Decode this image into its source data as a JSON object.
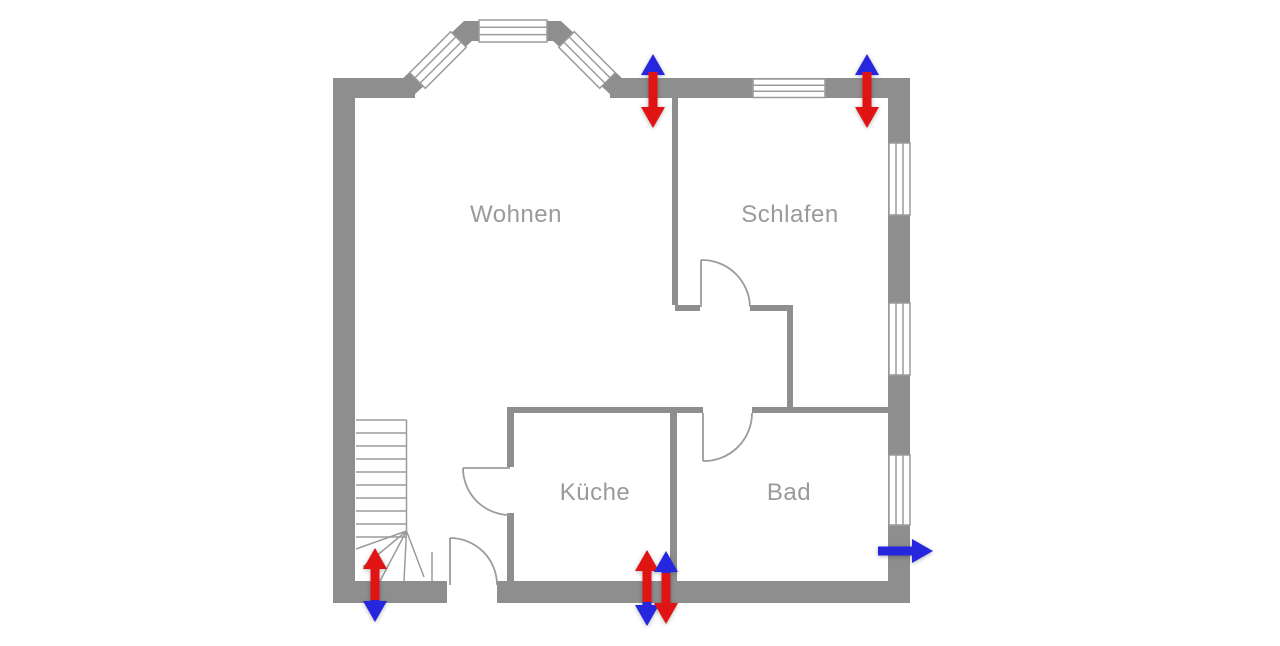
{
  "rooms": {
    "wohnen": "Wohnen",
    "schlafen": "Schlafen",
    "kueche": "Küche",
    "bad": "Bad"
  },
  "colors": {
    "wall": "#8e8e8e",
    "line": "#9b9b9b",
    "label": "#9a9a9a",
    "arrow_red": "#e11414",
    "arrow_blue": "#2726df",
    "window_fill": "#ffffff",
    "background": "#ffffff"
  },
  "airflow_arrows": [
    {
      "location": "top-wall-wohnen",
      "icons": [
        "blue-up-arrow",
        "red-down-arrow"
      ]
    },
    {
      "location": "top-wall-schlafen",
      "icons": [
        "blue-up-arrow",
        "red-down-arrow"
      ]
    },
    {
      "location": "bottom-wall-stair-hall",
      "icons": [
        "red-up-arrow",
        "blue-down-arrow"
      ]
    },
    {
      "location": "bottom-wall-kueche-left",
      "icons": [
        "red-up-arrow",
        "blue-down-arrow"
      ]
    },
    {
      "location": "bottom-wall-kueche-right",
      "icons": [
        "blue-up-arrow",
        "red-down-arrow"
      ]
    },
    {
      "location": "right-wall-bad",
      "icons": [
        "blue-right-arrow"
      ]
    }
  ]
}
